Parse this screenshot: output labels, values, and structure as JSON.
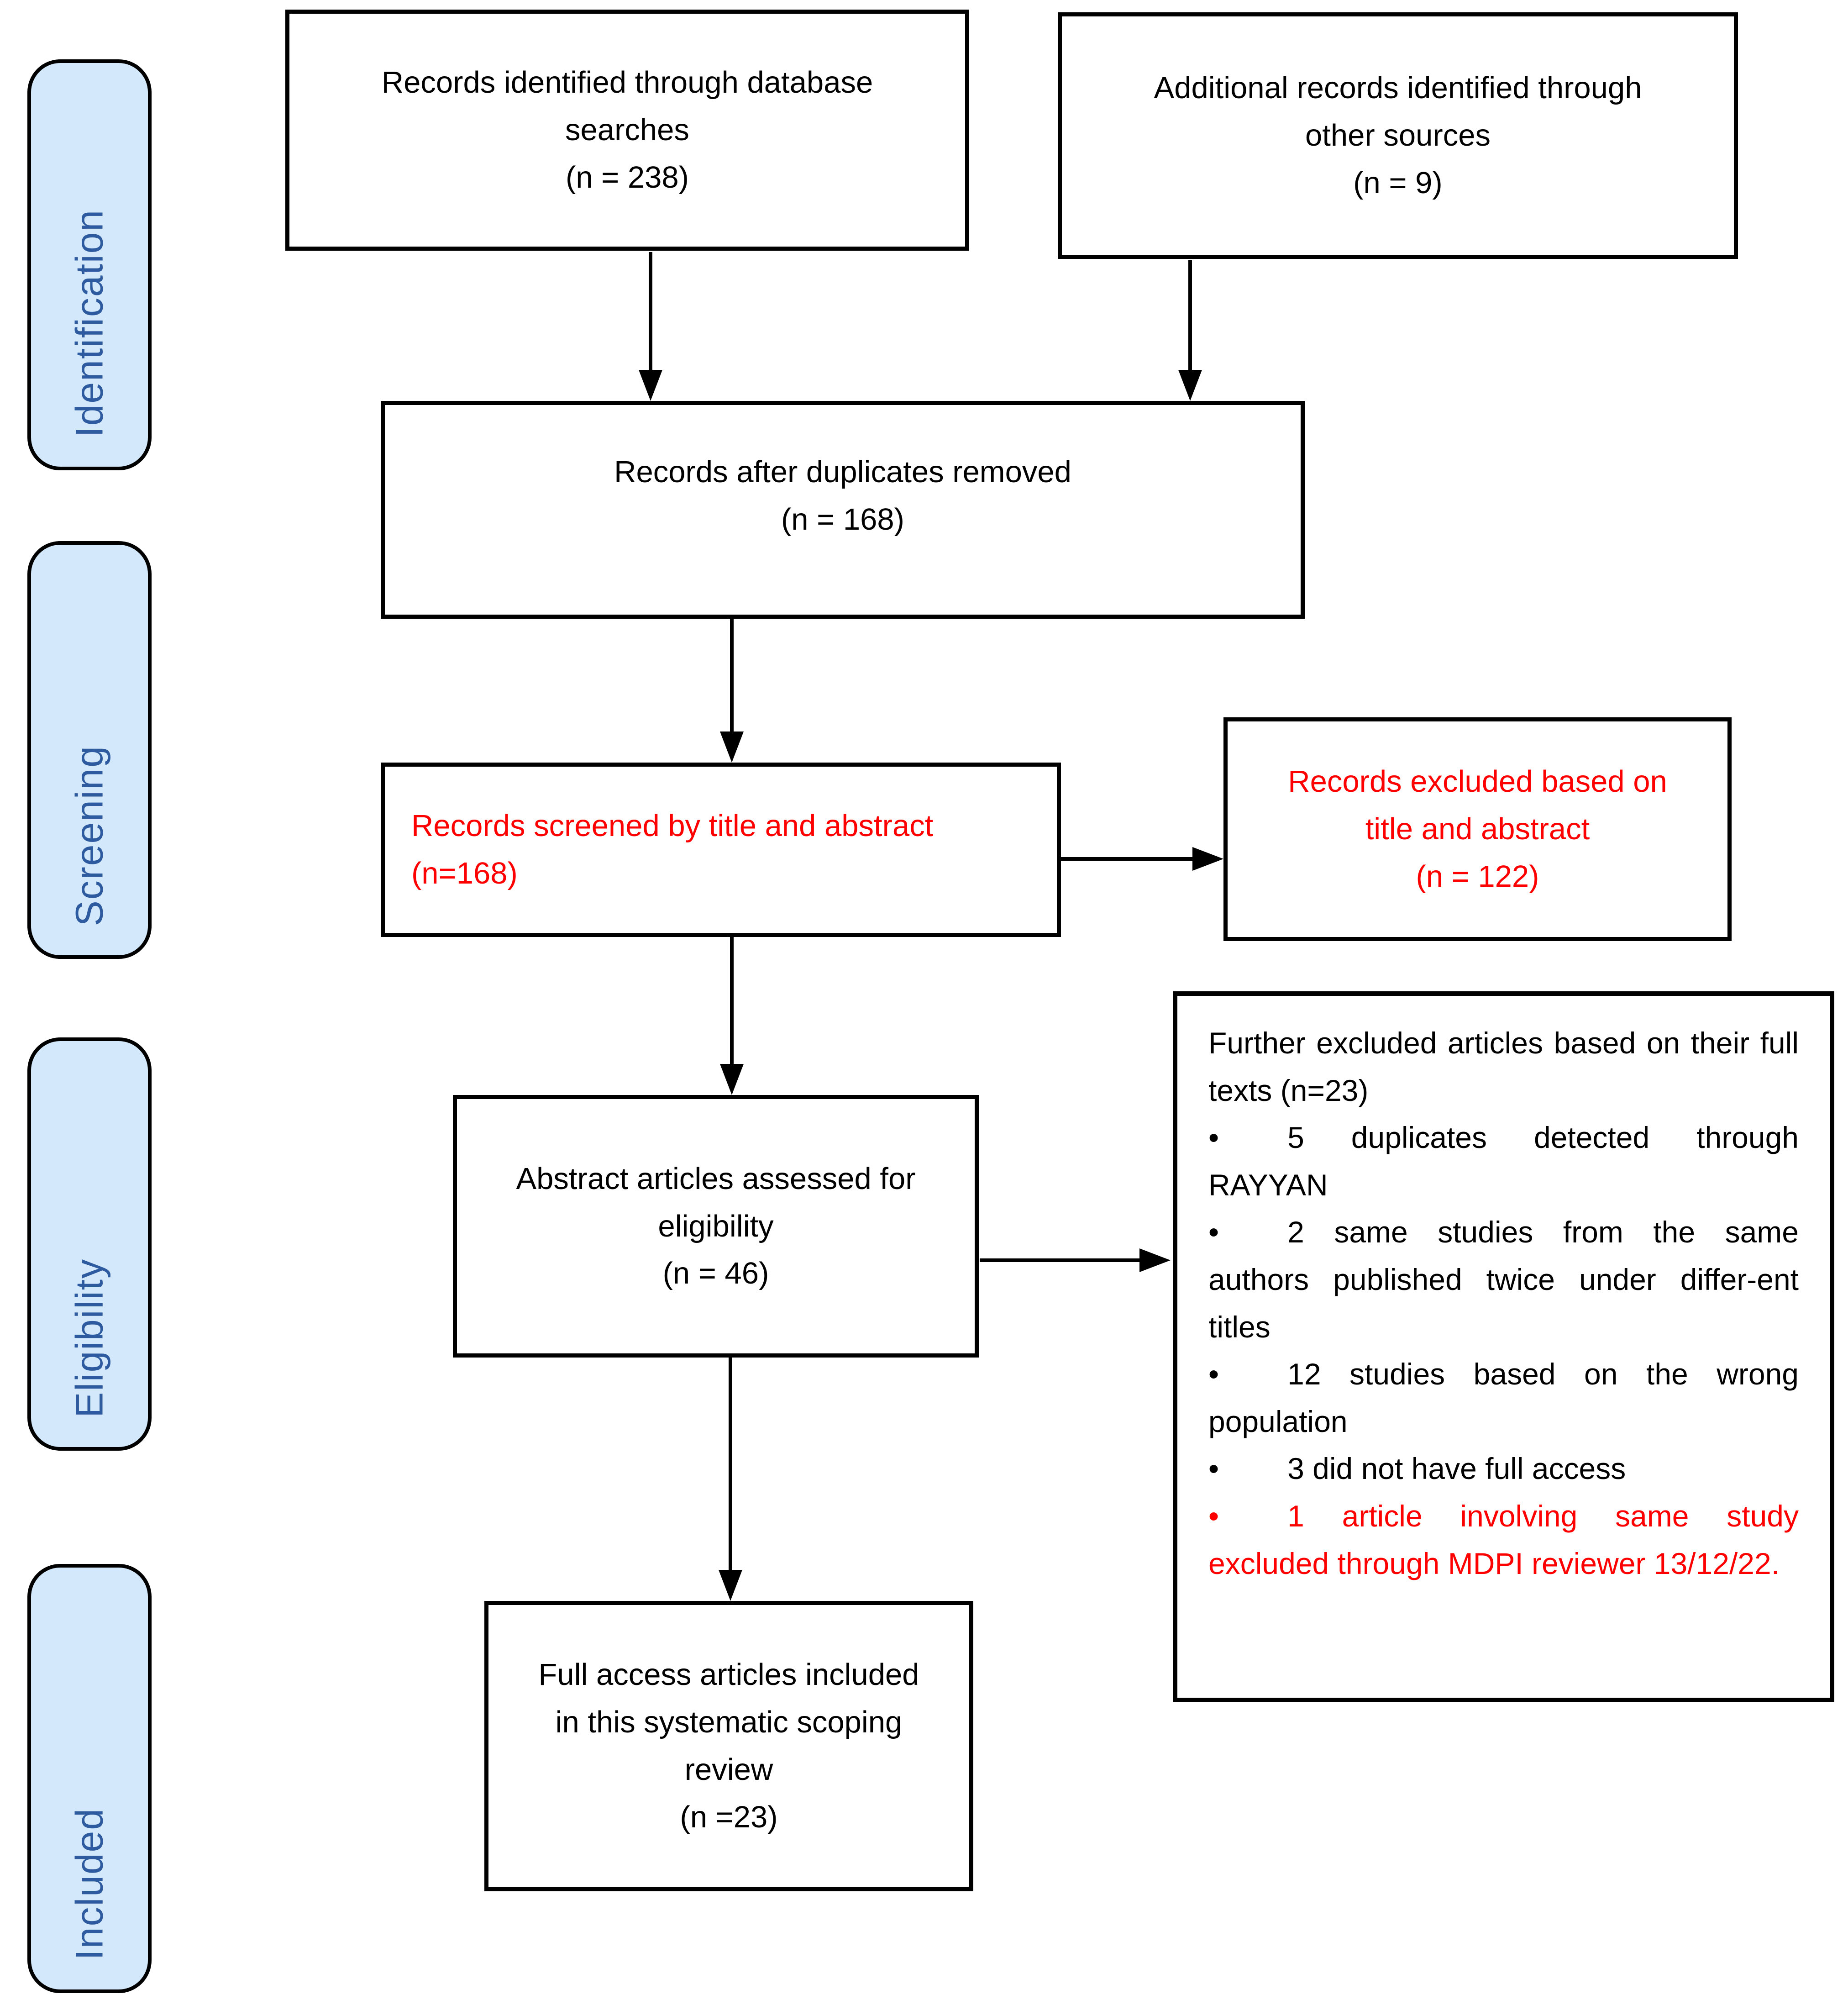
{
  "diagram_type": "prisma-flowchart",
  "colors": {
    "accent_red": "#FF0000",
    "label_text_blue": "#2E5B9F",
    "label_fill_blue": "#D3E9FB",
    "line_black": "#000000",
    "background": "#FFFFFF"
  },
  "bullet_glyph": "•",
  "side_labels": [
    {
      "label": "Identification"
    },
    {
      "label": "Screening"
    },
    {
      "label": "Eligibility"
    },
    {
      "label": "Included"
    }
  ],
  "boxes": {
    "database_records": {
      "text": "Records identified through database\nsearches\n(n = 238)"
    },
    "other_sources": {
      "text": "Additional records identified through\nother sources\n(n = 9)"
    },
    "after_duplicates": {
      "text": "Records after duplicates removed\n(n = 168)"
    },
    "screened": {
      "text": "Records screened by title and abstract\n(n=168)"
    },
    "excluded_title_abstract": {
      "text": "Records excluded based on\ntitle and abstract\n(n = 122)"
    },
    "assessed": {
      "text": "Abstract articles assessed for\neligibility\n(n = 46)"
    },
    "further_excluded": {
      "heading": "Further excluded articles based on their full texts (n=23)",
      "bullets": [
        {
          "text": "5 duplicates detected through RAYYAN",
          "red": false
        },
        {
          "text": "2 same studies from the same authors published twice under differ-ent titles",
          "red": false
        },
        {
          "text": "12 studies based on the wrong population",
          "red": false
        },
        {
          "text": "3 did not have full access",
          "red": false
        },
        {
          "text": "1 article involving same study excluded through MDPI reviewer 13/12/22.",
          "red": true
        }
      ]
    },
    "full_access": {
      "text": "Full access articles included\nin this systematic scoping\nreview\n(n =23)"
    }
  },
  "edges": [
    {
      "from": "database_records",
      "to": "after_duplicates"
    },
    {
      "from": "other_sources",
      "to": "after_duplicates"
    },
    {
      "from": "after_duplicates",
      "to": "screened"
    },
    {
      "from": "screened",
      "to": "excluded_title_abstract"
    },
    {
      "from": "screened",
      "to": "assessed"
    },
    {
      "from": "assessed",
      "to": "further_excluded"
    },
    {
      "from": "assessed",
      "to": "full_access"
    }
  ]
}
